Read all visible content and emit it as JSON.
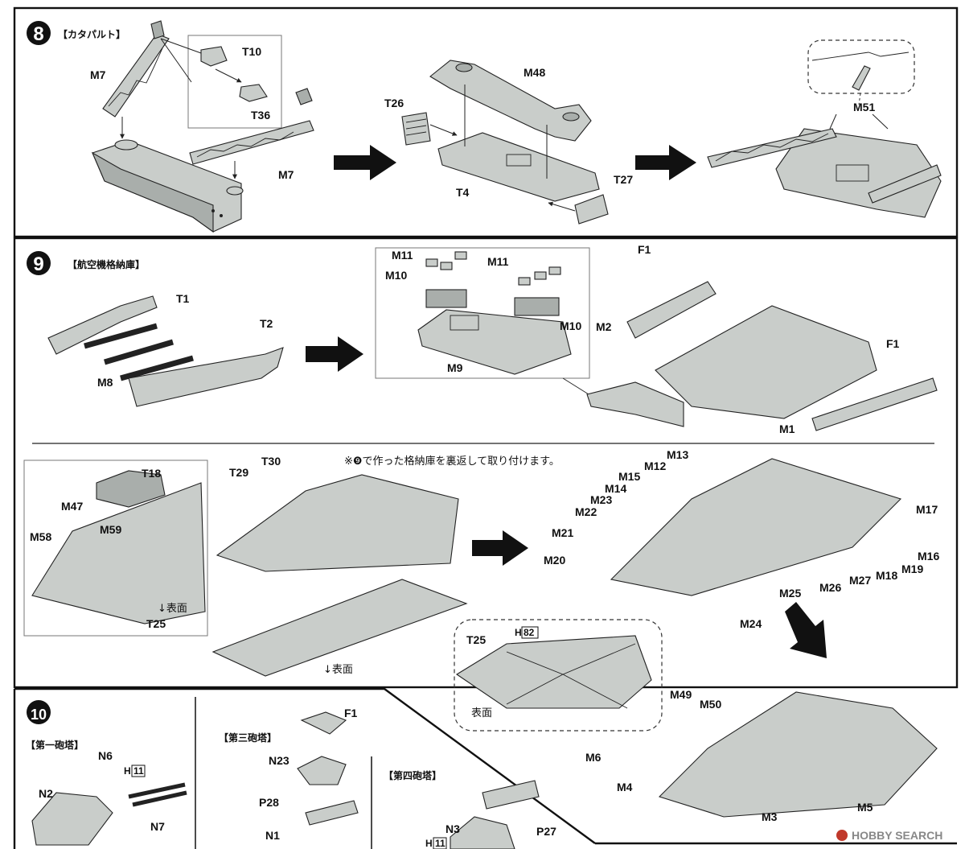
{
  "steps": {
    "s8": {
      "number": "8",
      "title": "【カタパルト】"
    },
    "s9": {
      "number": "9",
      "title": "【航空機格納庫】"
    },
    "s10": {
      "number": "10"
    }
  },
  "labels": {
    "m7a": "M7",
    "t10": "T10",
    "t36": "T36",
    "m7b": "M7",
    "m48": "M48",
    "t26": "T26",
    "t4": "T4",
    "t27": "T27",
    "m51": "M51",
    "t1": "T1",
    "t2": "T2",
    "m8": "M8",
    "m11a": "M11",
    "m10a": "M10",
    "m11b": "M11",
    "m10b": "M10",
    "m9": "M9",
    "f1a": "F1",
    "m2": "M2",
    "f1b": "F1",
    "m1": "M1",
    "t18": "T18",
    "m47": "M47",
    "m58": "M58",
    "m59": "M59",
    "t25a": "T25",
    "omote1": "↓表面",
    "omote2": "↓表面",
    "t30": "T30",
    "t29": "T29",
    "note": "※❾で作った格納庫を裏返して取り付けます。",
    "m13": "M13",
    "m15": "M15",
    "m12": "M12",
    "m14": "M14",
    "m23": "M23",
    "m22": "M22",
    "m21": "M21",
    "m20": "M20",
    "m17": "M17",
    "m16": "M16",
    "m19": "M19",
    "m18": "M18",
    "m27": "M27",
    "m26": "M26",
    "m25": "M25",
    "m24": "M24",
    "t25b": "T25",
    "h82": "H",
    "h82n": "82",
    "omote3": "表面",
    "m49": "M49",
    "m50": "M50",
    "m6": "M6",
    "m4": "M4",
    "m5": "M5",
    "m3": "M3",
    "turret1": "【第一砲塔】",
    "n6": "N6",
    "h11a": "H",
    "h11an": "11",
    "n2": "N2",
    "n7": "N7",
    "turret3": "【第三砲塔】",
    "f1c": "F1",
    "n23": "N23",
    "p28": "P28",
    "n1": "N1",
    "turret4": "【第四砲塔】",
    "n3": "N3",
    "p27": "P27",
    "h11b": "H",
    "h11bn": "11"
  },
  "watermark": "HOBBY SEARCH",
  "colors": {
    "part": "#c9cdca",
    "partDark": "#a9aeab",
    "ink": "#111111"
  }
}
